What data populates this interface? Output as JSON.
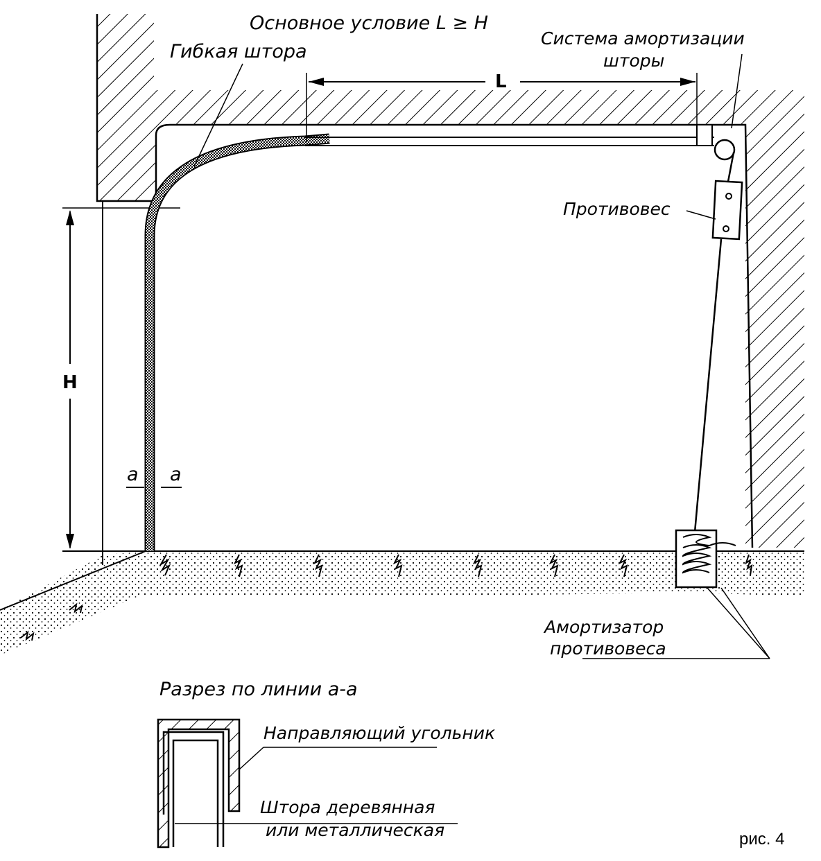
{
  "labels": {
    "main_condition": "Основное условие L ≥ H",
    "flexible_curtain": "Гибкая штора",
    "damping_system_line1": "Система амортизации",
    "damping_system_line2": "шторы",
    "counterweight": "Противовес",
    "counterweight_damper_line1": "Амортизатор",
    "counterweight_damper_line2": "противовеса",
    "section_title": "Разрез по линии а-а",
    "guide_angle": "Направляющий угольник",
    "curtain_material_line1": "Штора деревянная",
    "curtain_material_line2": "или металлическая",
    "dim_L": "L",
    "dim_H": "H",
    "section_mark_left": "а",
    "section_mark_right": "а",
    "figure_caption": "рис. 4"
  }
}
